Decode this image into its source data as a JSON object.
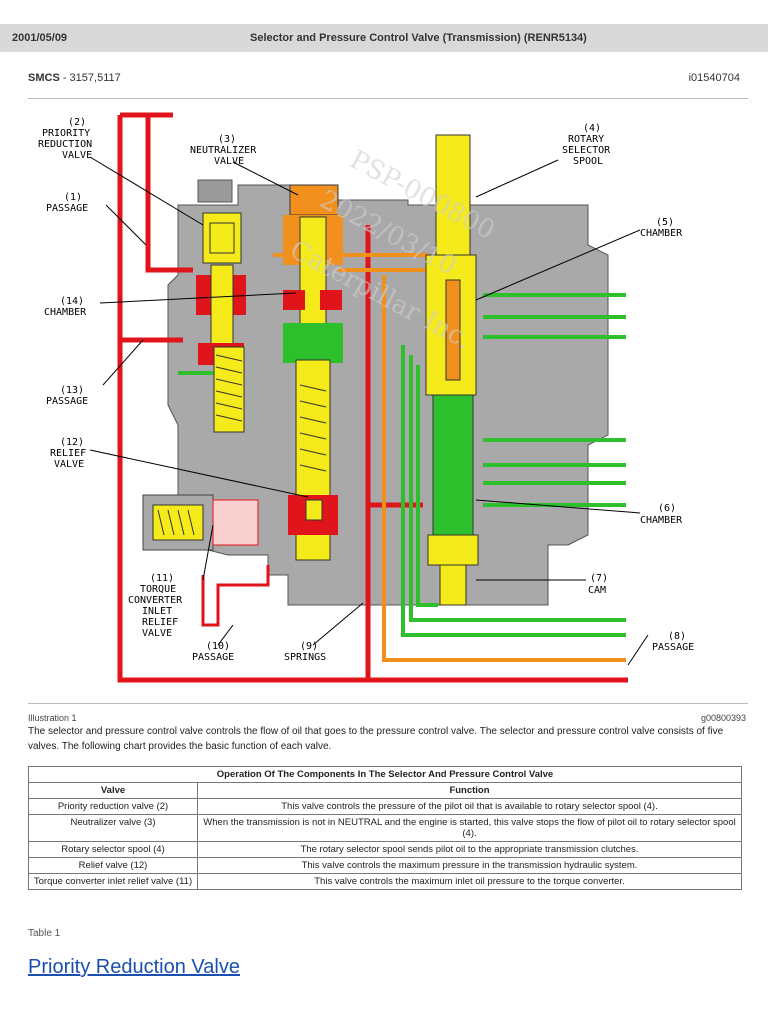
{
  "header": {
    "date": "2001/05/09",
    "title": "Selector and Pressure Control Valve (Transmission) (RENR5134)"
  },
  "meta": {
    "smcs_label": "SMCS",
    "smcs_value": " - 3157,5117",
    "doc_id": "i01540704"
  },
  "diagram": {
    "labels": {
      "l2": [
        "(2)",
        "PRIORITY",
        "REDUCTION",
        "VALVE"
      ],
      "l3": [
        "(3)",
        "NEUTRALIZER",
        "VALVE"
      ],
      "l4": [
        "(4)",
        "ROTARY",
        "SELECTOR",
        "SPOOL"
      ],
      "l1": [
        "(1)",
        "PASSAGE"
      ],
      "l5": [
        "(5)",
        "CHAMBER"
      ],
      "l14": [
        "(14)",
        "CHAMBER"
      ],
      "l13": [
        "(13)",
        "PASSAGE"
      ],
      "l12": [
        "(12)",
        "RELIEF",
        "VALVE"
      ],
      "l6": [
        "(6)",
        "CHAMBER"
      ],
      "l7": [
        "(7)",
        "CAM"
      ],
      "l11": [
        "(11)",
        "TORQUE",
        "CONVERTER",
        "INLET",
        "RELIEF",
        "VALVE"
      ],
      "l10": [
        "(10)",
        "PASSAGE"
      ],
      "l9": [
        "(9)",
        "SPRINGS"
      ],
      "l8": [
        "(8)",
        "PASSAGE"
      ]
    },
    "colors": {
      "red": "#e0141b",
      "yellow": "#f5ea1a",
      "green": "#2ec02c",
      "orange": "#f2901e",
      "gray": "#a9a9a9"
    }
  },
  "illustration": {
    "caption": "Illustration 1",
    "ref": "g00800393"
  },
  "paragraph": "The selector and pressure control valve controls the flow of oil that goes to the pressure control valve. The selector and pressure control valve consists of five valves. The following chart provides the basic function of each valve.",
  "table": {
    "title": "Operation Of The Components In The Selector And Pressure Control Valve",
    "headers": [
      "Valve",
      "Function"
    ],
    "rows": [
      [
        "Priority reduction valve (2)",
        "This valve controls the pressure of the pilot oil that is available to rotary selector spool (4)."
      ],
      [
        "Neutralizer valve (3)",
        "When the transmission is not in NEUTRAL and the engine is started, this valve stops the flow of pilot oil to rotary selector spool (4)."
      ],
      [
        "Rotary selector spool (4)",
        "The rotary selector spool sends pilot oil to the appropriate transmission clutches."
      ],
      [
        "Relief valve (12)",
        "This valve controls the maximum pressure in the transmission hydraulic system."
      ],
      [
        "Torque converter inlet relief valve (11)",
        "This valve controls the maximum inlet oil pressure to the torque converter."
      ]
    ],
    "caption": "Table 1"
  },
  "section_link": "Priority Reduction Valve"
}
